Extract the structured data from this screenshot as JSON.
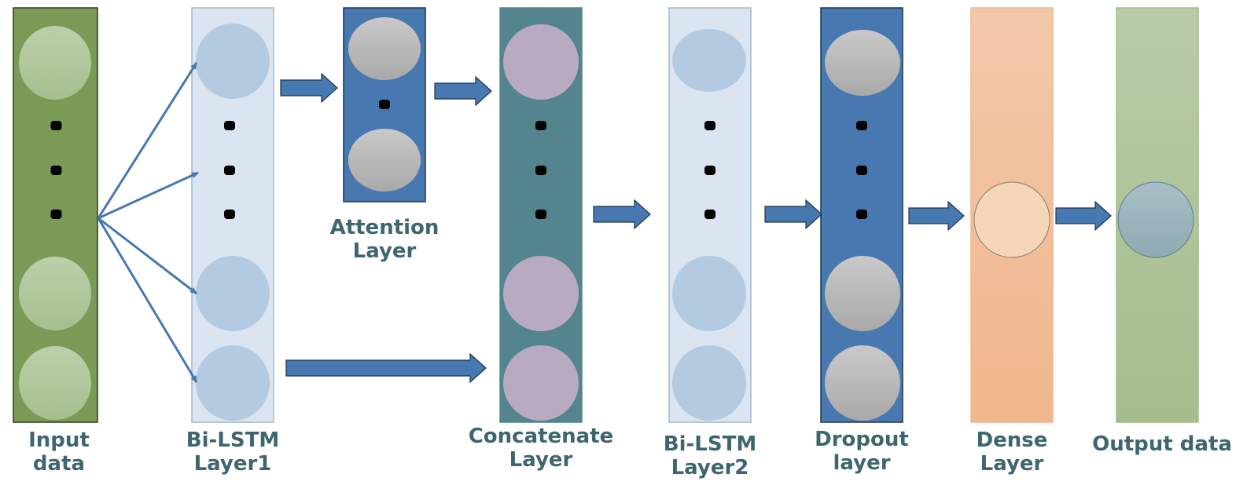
{
  "title": "Bi-LSTM with Attention network architecture",
  "layers": [
    {
      "id": "input",
      "label_line1": "Input data",
      "label_line2": "",
      "fill": "#7a9a55",
      "stroke": "#2f3b22",
      "node_fill": "#b5caa2",
      "node_count_shown": 3,
      "ellipsis_dots": 3
    },
    {
      "id": "bilstm1",
      "label_line1": "Bi-LSTM",
      "label_line2": "Layer1",
      "fill": "#dbe5f1",
      "stroke": "#a3b8cc",
      "node_fill": "#b4cae1",
      "node_count_shown": 3,
      "ellipsis_dots": 3
    },
    {
      "id": "attention",
      "label_line1": "Attention",
      "label_line2": "Layer",
      "fill": "#4878b0",
      "stroke": "#1f3552",
      "node_fill": "#bcbcbc",
      "node_count_shown": 2,
      "ellipsis_dots": 1
    },
    {
      "id": "concatenate",
      "label_line1": "Concatenate",
      "label_line2": "Layer",
      "fill": "#54858e",
      "stroke": "#54858e",
      "node_fill": "#b8abc1",
      "node_count_shown": 3,
      "ellipsis_dots": 3
    },
    {
      "id": "bilstm2",
      "label_line1": "Bi-LSTM",
      "label_line2": "Layer2",
      "fill": "#dbe5f1",
      "stroke": "#a3b8cc",
      "node_fill": "#b4cae1",
      "node_count_shown": 3,
      "ellipsis_dots": 3
    },
    {
      "id": "dropout",
      "label_line1": "Dropout",
      "label_line2": "layer",
      "fill": "#4878b0",
      "stroke": "#1f3552",
      "node_fill": "#bcbcbc",
      "node_count_shown": 3,
      "ellipsis_dots": 3
    },
    {
      "id": "dense",
      "label_line1": "Dense",
      "label_line2": "Layer",
      "fill": "#f2c4a4",
      "stroke": "#f0b68e",
      "node_fill": "#f5d6b8",
      "node_count_shown": 1,
      "ellipsis_dots": 0
    },
    {
      "id": "output",
      "label_line1": "Output data",
      "label_line2": "",
      "fill": "#b5c9a5",
      "stroke": "#a4bb8e",
      "node_fill": "#9db2ba",
      "node_count_shown": 1,
      "ellipsis_dots": 0
    }
  ],
  "connections": [
    {
      "from": "input",
      "to": "bilstm1",
      "type": "fan-out",
      "count": 4
    },
    {
      "from": "bilstm1",
      "to": "attention",
      "type": "block-arrow"
    },
    {
      "from": "attention",
      "to": "concatenate",
      "type": "block-arrow"
    },
    {
      "from": "bilstm1",
      "to": "concatenate",
      "type": "block-arrow-skip"
    },
    {
      "from": "concatenate",
      "to": "bilstm2",
      "type": "block-arrow"
    },
    {
      "from": "bilstm2",
      "to": "dropout",
      "type": "block-arrow"
    },
    {
      "from": "dropout",
      "to": "dense",
      "type": "block-arrow"
    },
    {
      "from": "dense",
      "to": "output",
      "type": "block-arrow"
    }
  ],
  "colors": {
    "arrow_fill": "#4878b0",
    "arrow_stroke": "#1f3552",
    "label_text": "#3e6670",
    "dot": "#000000"
  }
}
